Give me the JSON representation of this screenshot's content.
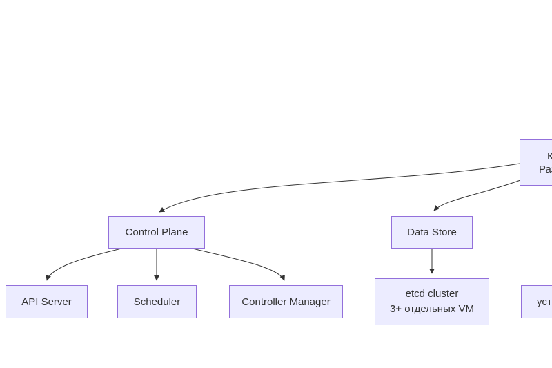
{
  "nodes": {
    "root": {
      "line1": "К",
      "line2": "Раз"
    },
    "control_plane": {
      "label": "Control Plane"
    },
    "data_store": {
      "label": "Data Store"
    },
    "api_server": {
      "label": "API Server"
    },
    "scheduler": {
      "label": "Scheduler"
    },
    "controller_manager": {
      "label": "Controller Manager"
    },
    "etcd": {
      "line1": "etcd cluster",
      "line2": "3+ отдельных VM"
    },
    "right_partial": {
      "line1": "уста"
    }
  },
  "edges": [
    {
      "from": "root",
      "to": "control_plane"
    },
    {
      "from": "root",
      "to": "data_store"
    },
    {
      "from": "control_plane",
      "to": "api_server"
    },
    {
      "from": "control_plane",
      "to": "scheduler"
    },
    {
      "from": "control_plane",
      "to": "controller_manager"
    },
    {
      "from": "data_store",
      "to": "etcd"
    }
  ],
  "colors": {
    "node_fill": "#ECECFF",
    "node_border": "#9370DB",
    "edge_color": "#333333",
    "text_color": "#333333",
    "background": "#FFFFFF"
  }
}
